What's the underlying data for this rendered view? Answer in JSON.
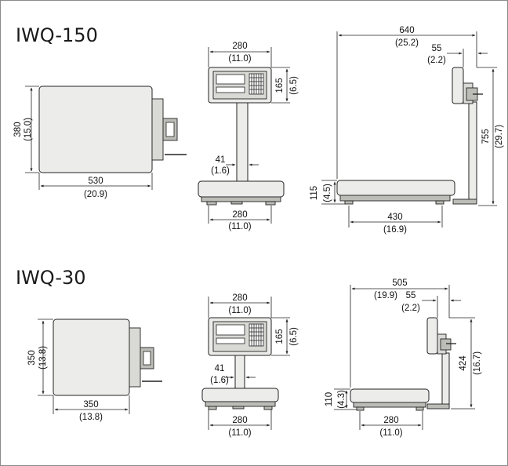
{
  "models": [
    {
      "name": "IWQ-150",
      "top": {
        "depth": "380",
        "depth_in": "(15.0)",
        "width": "530",
        "width_in": "(20.9)"
      },
      "front": {
        "display_w": "280",
        "display_w_in": "(11.0)",
        "display_h": "165",
        "display_h_in": "(6.5)",
        "pillar": "41",
        "pillar_in": "(1.6)",
        "base_w": "280",
        "base_w_in": "(11.0)"
      },
      "side": {
        "total_w": "640",
        "total_w_in": "(25.2)",
        "head_w": "55",
        "head_w_in": "(2.2)",
        "height": "755",
        "height_in": "(29.7)",
        "base_h": "115",
        "base_h_in": "(4.5)",
        "platform": "430",
        "platform_in": "(16.9)"
      }
    },
    {
      "name": "IWQ-30",
      "top": {
        "depth": "350",
        "depth_in": "(13.8)",
        "width": "350",
        "width_in": "(13.8)"
      },
      "front": {
        "display_w": "280",
        "display_w_in": "(11.0)",
        "display_h": "165",
        "display_h_in": "(6.5)",
        "pillar": "41",
        "pillar_in": "(1.6)",
        "base_w": "280",
        "base_w_in": "(11.0)"
      },
      "side": {
        "total_w": "505",
        "total_w_in": "(19.9)",
        "head_w": "55",
        "head_w_in": "(2.2)",
        "height": "424",
        "height_in": "(16.7)",
        "base_h": "110",
        "base_h_in": "(4.3)",
        "platform": "280",
        "platform_in": "(11.0)"
      }
    }
  ]
}
